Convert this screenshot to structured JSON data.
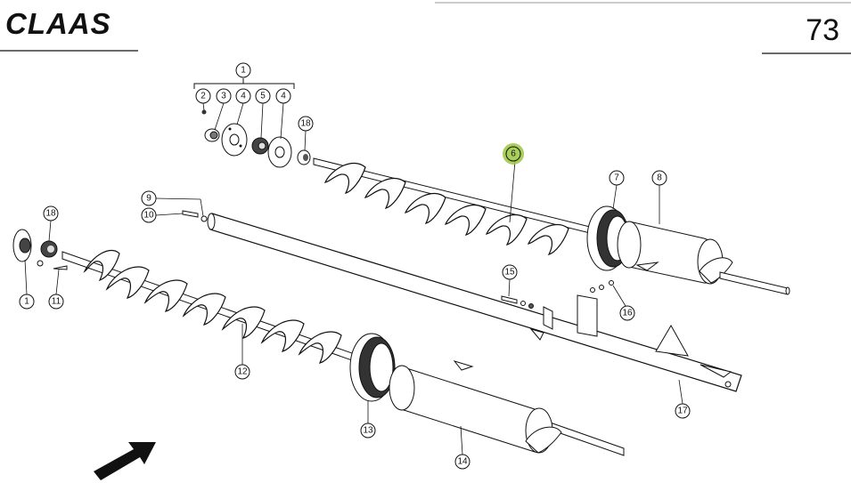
{
  "header": {
    "brand": "CLAAS",
    "page_number": "73"
  },
  "highlight_color": "#9bc53d",
  "callouts": [
    {
      "label": "1",
      "highlighted": false
    },
    {
      "label": "2",
      "highlighted": false
    },
    {
      "label": "3",
      "highlighted": false
    },
    {
      "label": "4",
      "highlighted": false
    },
    {
      "label": "5",
      "highlighted": false
    },
    {
      "label": "4",
      "highlighted": false
    },
    {
      "label": "18",
      "highlighted": false
    },
    {
      "label": "6",
      "highlighted": true
    },
    {
      "label": "7",
      "highlighted": false
    },
    {
      "label": "8",
      "highlighted": false
    },
    {
      "label": "9",
      "highlighted": false
    },
    {
      "label": "10",
      "highlighted": false
    },
    {
      "label": "18",
      "highlighted": false
    },
    {
      "label": "1",
      "highlighted": false
    },
    {
      "label": "11",
      "highlighted": false
    },
    {
      "label": "15",
      "highlighted": false
    },
    {
      "label": "16",
      "highlighted": false
    },
    {
      "label": "12",
      "highlighted": false
    },
    {
      "label": "13",
      "highlighted": false
    },
    {
      "label": "14",
      "highlighted": false
    },
    {
      "label": "17",
      "highlighted": false
    }
  ],
  "icons": {
    "direction_arrow": "direction-arrow-icon"
  }
}
